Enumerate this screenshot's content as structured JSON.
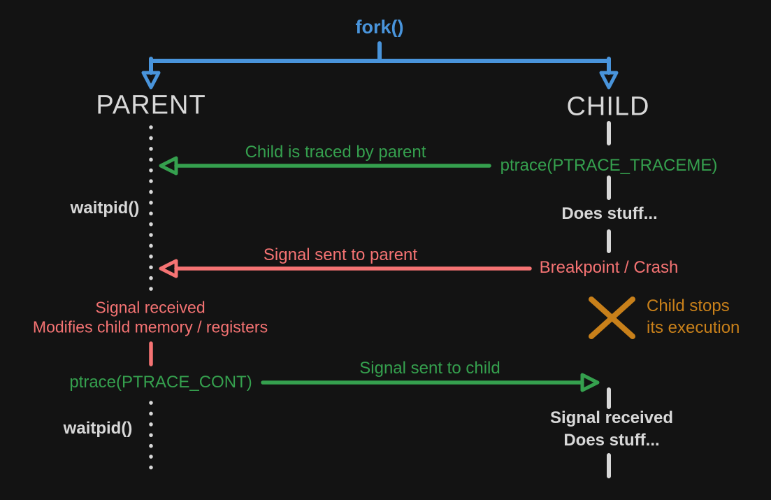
{
  "colors": {
    "background": "#131313",
    "blue": "#4994DB",
    "green": "#35A04E",
    "pink": "#F57373",
    "orange": "#C8801A",
    "gray": "#D8D8D8"
  },
  "fork": {
    "label": "fork()"
  },
  "parent": {
    "title": "PARENT",
    "waitpid_top": "waitpid()",
    "signal_received": "Signal received",
    "modifies": "Modifies child memory / registers",
    "ptrace_cont": "ptrace(PTRACE_CONT)",
    "waitpid_bottom": "waitpid()"
  },
  "child": {
    "title": "CHILD",
    "ptrace_traceme": "ptrace(PTRACE_TRACEME)",
    "does_stuff_top": "Does stuff...",
    "breakpoint": "Breakpoint / Crash",
    "stops_line1": "Child stops",
    "stops_line2": "its execution",
    "signal_received": "Signal received",
    "does_stuff_bottom": "Does stuff..."
  },
  "arrows": {
    "traceme_label": "Child is traced by parent",
    "to_parent_label": "Signal sent to parent",
    "to_child_label": "Signal sent to child"
  }
}
